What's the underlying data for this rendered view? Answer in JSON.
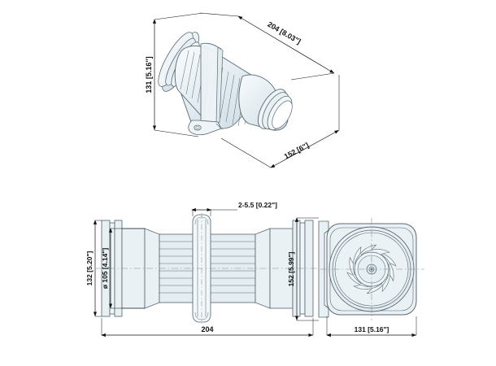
{
  "drawing": {
    "title": "Inline duct fan technical drawing",
    "background_color": "#ffffff",
    "line_color": "#5a6a73",
    "fill_color": "#e7eef2",
    "text_color": "#111111",
    "views": [
      {
        "id": "isometric",
        "name": "isometric-view"
      },
      {
        "id": "side",
        "name": "side-section-view"
      },
      {
        "id": "end",
        "name": "end-view"
      }
    ]
  },
  "dimensions": {
    "iso_height": "131 [5.16\"]",
    "iso_length": "204 [8.03\"]",
    "iso_depth": "152 [6\"]",
    "side_bolt": "2-5.5 [0.22\"]",
    "side_outer_height": "132 [5.20\"]",
    "side_bore_diameter": "ø 105 [4.14\"]",
    "side_length": "204",
    "end_height": "152 [5.99\"]",
    "end_width": "131 [5.16\"]"
  }
}
